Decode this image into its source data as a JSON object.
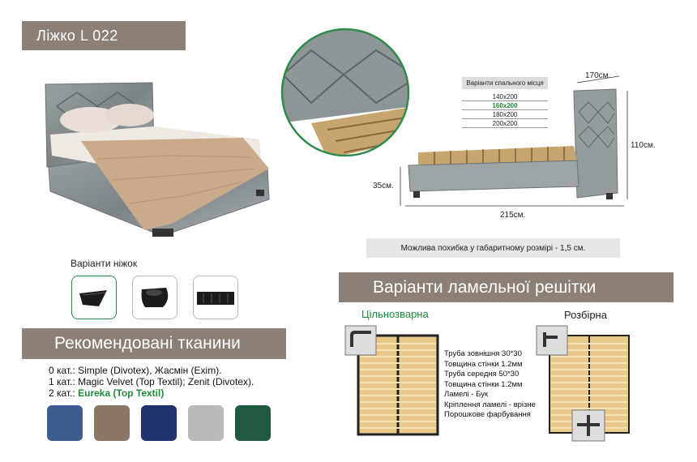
{
  "product": {
    "title": "Ліжко L 022"
  },
  "legs": {
    "label": "Варіанти ніжок",
    "items": [
      {
        "name": "leg-option-1",
        "selected": true
      },
      {
        "name": "leg-option-2",
        "selected": false
      },
      {
        "name": "leg-option-3",
        "selected": false
      }
    ]
  },
  "fabrics": {
    "title": "Рекомендовані тканини",
    "cat0": "0 кат.: Simple (Divotex), Жасмін (Exim).",
    "cat1": "1 кат.: Magic Velvet (Top Textil); Zenit (Divotex).",
    "cat2_prefix": "2 кат.: ",
    "cat2_highlight": "Eureka (Top Textil)",
    "swatch_colors": [
      "#3f5a8f",
      "#8a7664",
      "#20336e",
      "#b9b9b9",
      "#1f5a40"
    ]
  },
  "sleeping_sizes": {
    "header": "Варіанти спального місця",
    "rows": [
      "140x200",
      "160x200",
      "180x200",
      "200x200"
    ],
    "highlighted": "160x200"
  },
  "dimensions": {
    "width": "170см.",
    "height": "110см.",
    "leg_height": "35см.",
    "length": "215см."
  },
  "tolerance_note": "Можлива похибка у габаритному розмірі - 1,5 см.",
  "slats": {
    "title": "Варіанти ламельної решітки",
    "welded_label": "Цільнозварна",
    "collapsible_label": "Розбірна",
    "specs": [
      "Труба зовнішня 30*30",
      "Товщина стінки 1.2мм",
      "Труба середня 50*30",
      "Товщина стінки 1.2мм",
      "Ламелі - Бук",
      "Кріплення ламелі - врізне",
      "Порошкове фарбування"
    ]
  },
  "colors": {
    "banner": "#8c7f75",
    "accent_green": "#1e8b3c"
  }
}
